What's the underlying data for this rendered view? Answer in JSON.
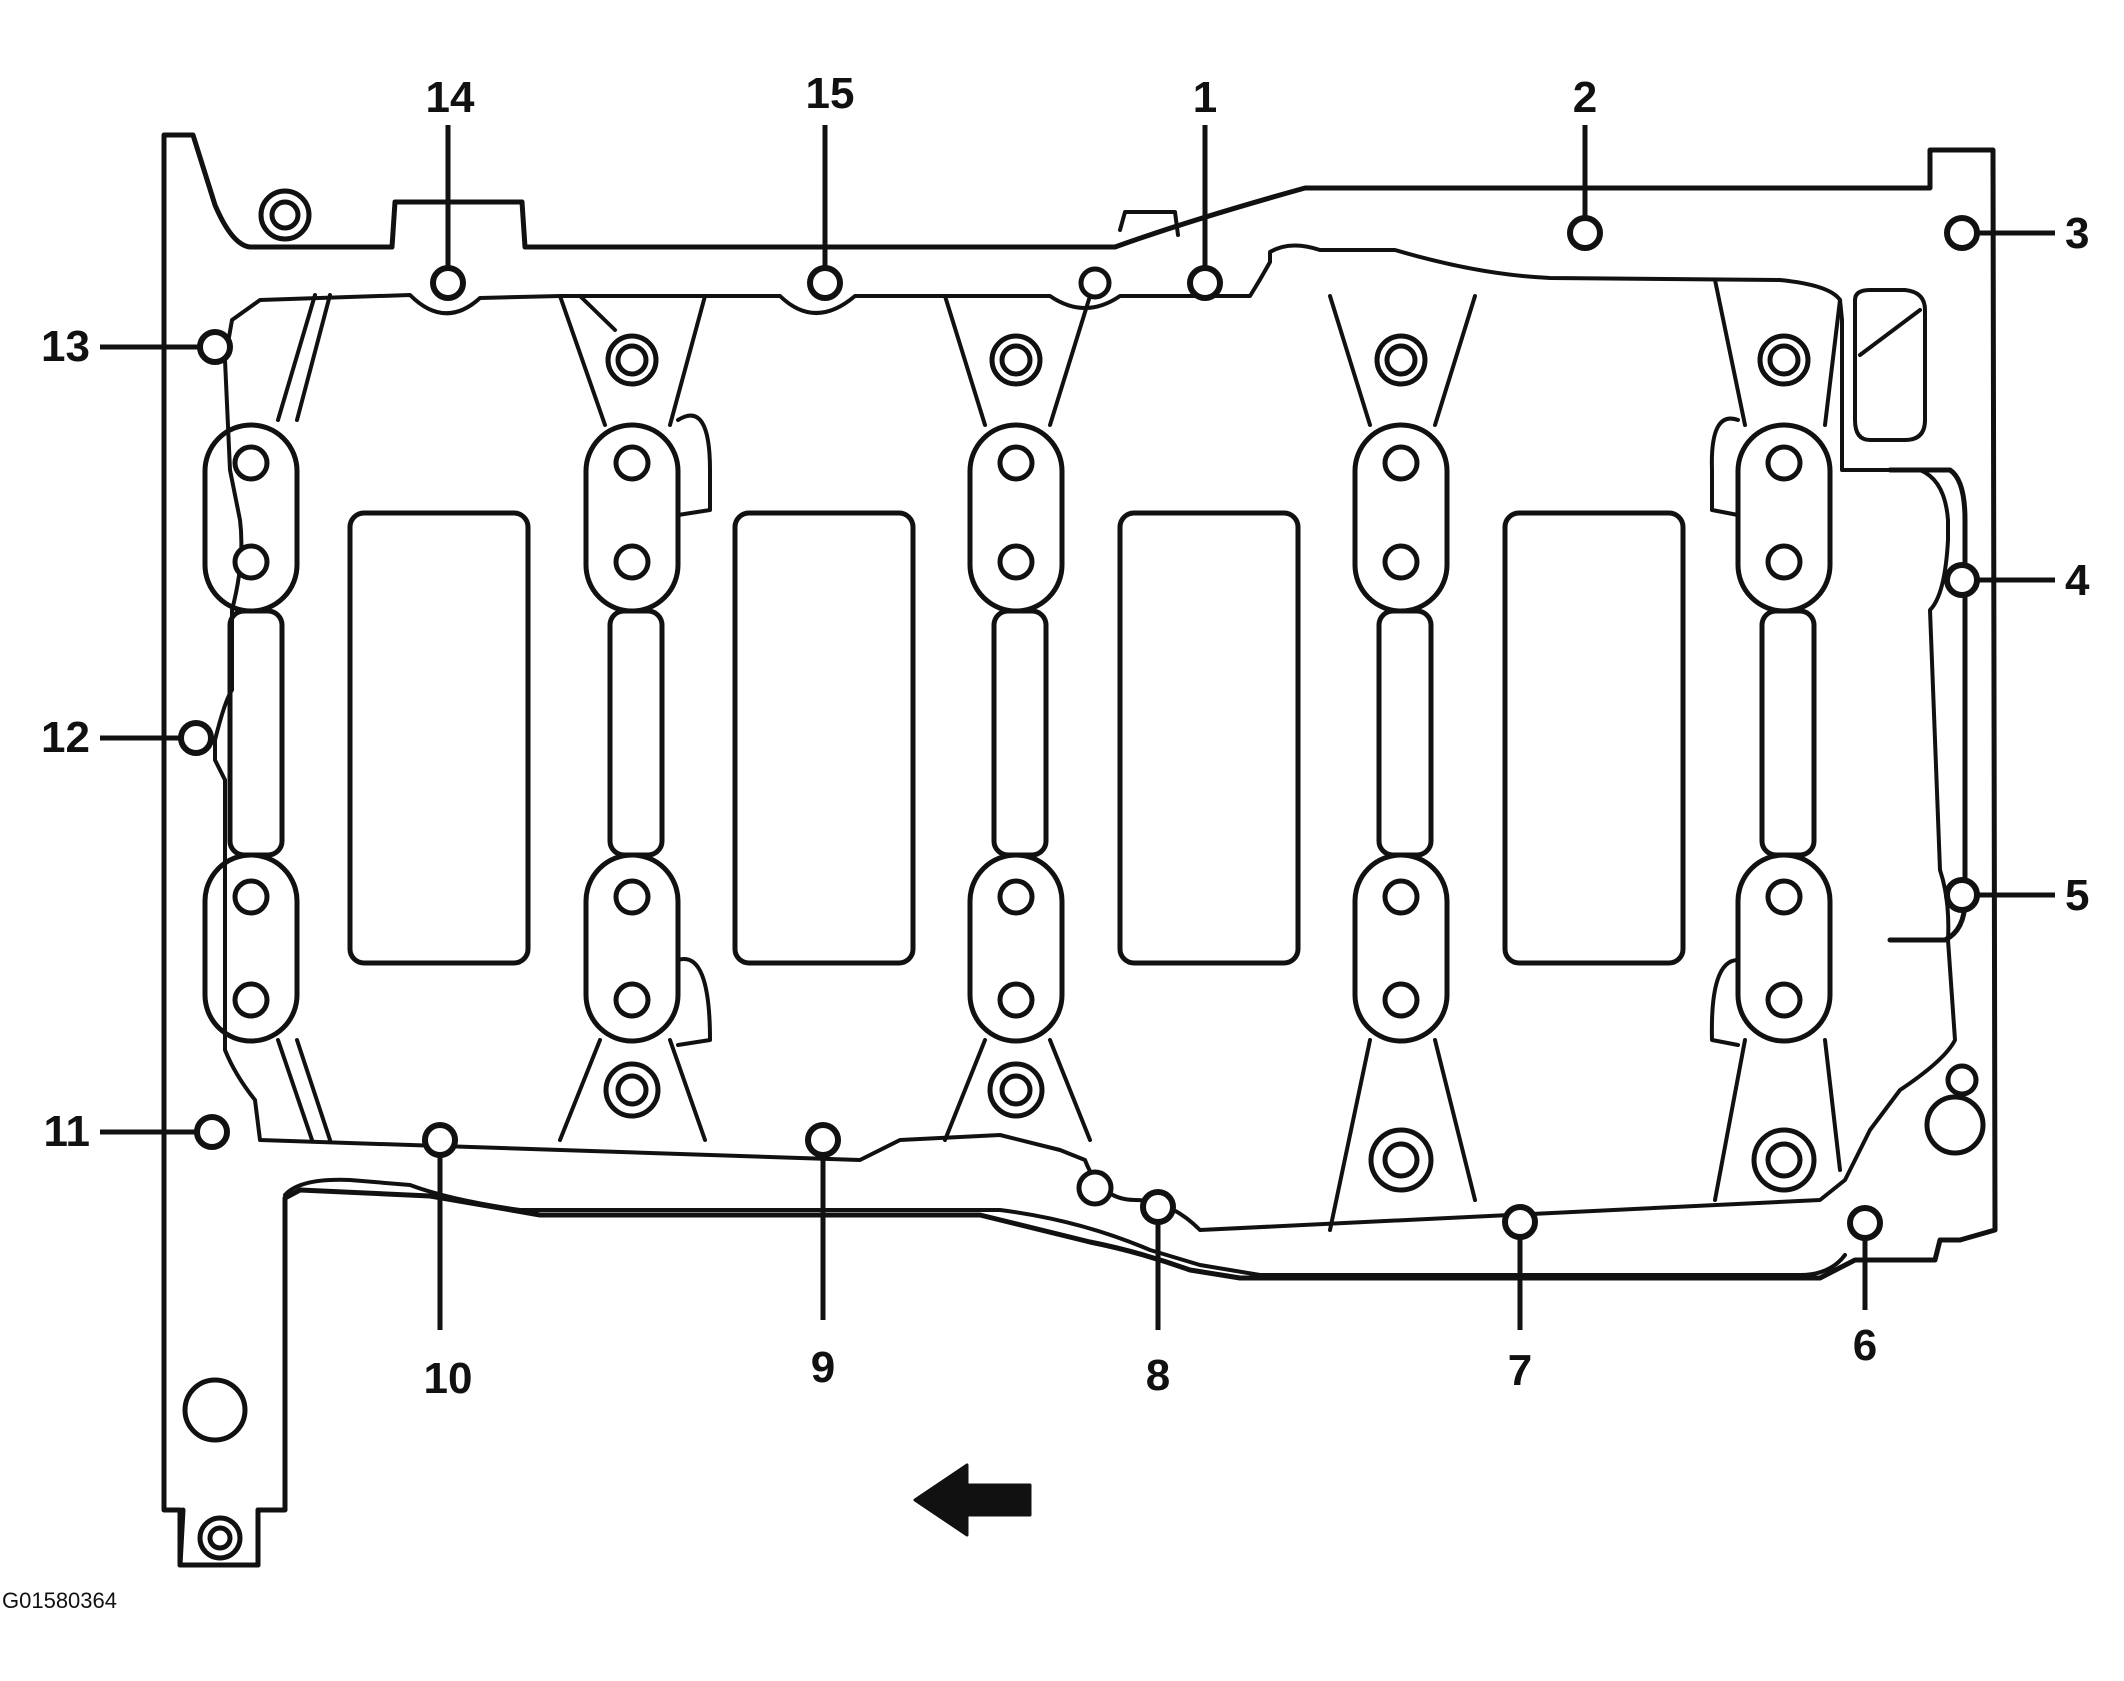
{
  "figure_id": "G01580364",
  "bolt_callouts": [
    "1",
    "2",
    "3",
    "4",
    "5",
    "6",
    "7",
    "8",
    "9",
    "10",
    "11",
    "12",
    "13",
    "14",
    "15"
  ],
  "direction_arrow": "arrow-left-icon"
}
